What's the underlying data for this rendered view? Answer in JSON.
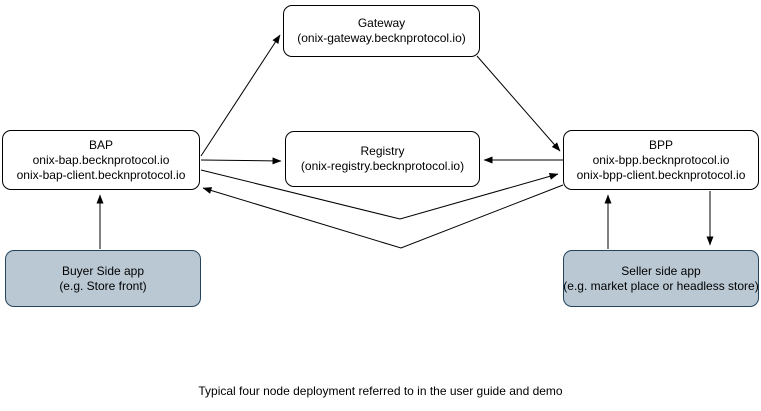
{
  "diagram": {
    "caption": "Typical four node deployment referred to in the user guide and demo",
    "colors": {
      "background": "#ffffff",
      "node_fill": "#ffffff",
      "node_border": "#000000",
      "arrow": "#000000",
      "app_fill": "#bac8d3",
      "app_border": "#23445d"
    },
    "nodes": {
      "gateway": {
        "lines": [
          "Gateway",
          "(onix-gateway.becknprotocol.io)"
        ]
      },
      "bap": {
        "lines": [
          "BAP",
          "onix-bap.becknprotocol.io",
          "onix-bap-client.becknprotocol.io"
        ]
      },
      "registry": {
        "lines": [
          "Registry",
          "(onix-registry.becknprotocol.io)"
        ]
      },
      "bpp": {
        "lines": [
          "BPP",
          "onix-bpp.becknprotocol.io",
          "onix-bpp-client.becknprotocol.io"
        ]
      },
      "buyer_app": {
        "lines": [
          "Buyer Side app",
          "(e.g. Store front)"
        ]
      },
      "seller_app": {
        "lines": [
          "Seller side app",
          "(e.g. market place or headless store)"
        ]
      }
    },
    "edges": [
      {
        "from": "bap",
        "to": "gateway",
        "arrowhead": "to"
      },
      {
        "from": "gateway",
        "to": "bpp",
        "arrowhead": "to"
      },
      {
        "from": "bap",
        "to": "registry",
        "arrowhead": "to"
      },
      {
        "from": "bpp",
        "to": "registry",
        "arrowhead": "to"
      },
      {
        "from": "bap",
        "to": "bpp",
        "arrowhead": "to"
      },
      {
        "from": "bpp",
        "to": "bap",
        "arrowhead": "to"
      },
      {
        "from": "buyer_app",
        "to": "bap",
        "arrowhead": "to"
      },
      {
        "from": "seller_app",
        "to": "bpp",
        "arrowhead": "to"
      },
      {
        "from": "bpp",
        "to": "seller_app",
        "arrowhead": "to"
      }
    ]
  }
}
